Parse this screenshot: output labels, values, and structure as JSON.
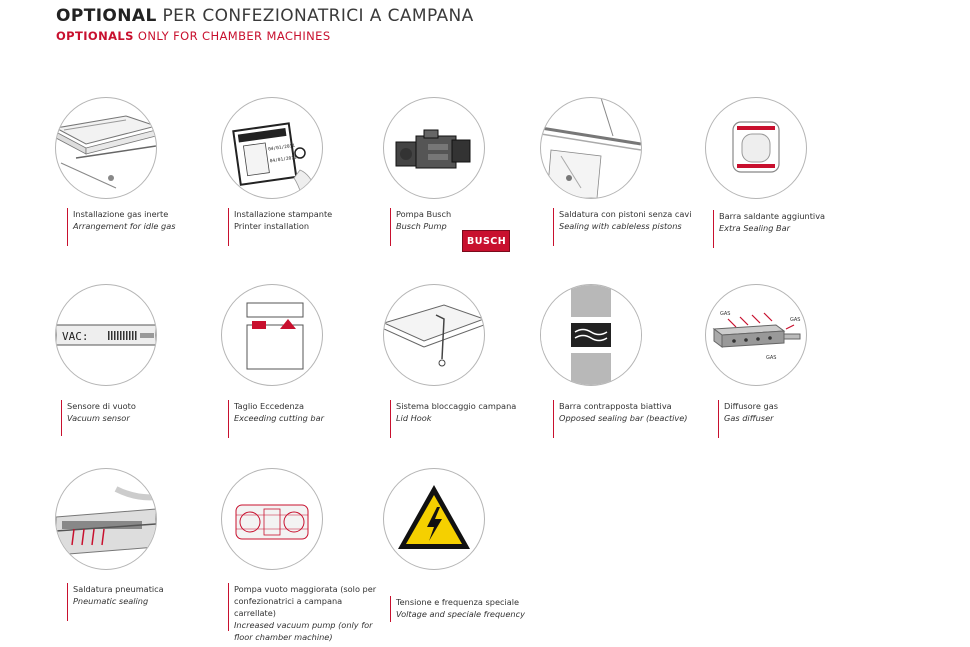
{
  "header": {
    "title_bold": "OPTIONAL",
    "title_rest": " PER CONFEZIONATRICI A CAMPANA",
    "subtitle_bold": "OPTIONALS",
    "subtitle_rest": " ONLY FOR CHAMBER MACHINES"
  },
  "items": [
    {
      "it": "Installazione gas inerte",
      "en": "Arrangement for idle gas"
    },
    {
      "it": "Installazione stampante",
      "en": "Printer installation"
    },
    {
      "it": "Pompa Busch",
      "en": "Busch Pump"
    },
    {
      "it": "Saldatura con pistoni senza cavi",
      "en": "Sealing with cableless pistons"
    },
    {
      "it": "Barra saldante aggiuntiva",
      "en": "Extra Sealing Bar"
    },
    {
      "it": "Sensore di vuoto",
      "en": "Vacuum sensor"
    },
    {
      "it": "Taglio Eccedenza",
      "en": "Exceeding cutting bar"
    },
    {
      "it": "Sistema bloccaggio campana",
      "en": "Lid Hook"
    },
    {
      "it": "Barra contrapposta biattiva",
      "en": "Opposed sealing bar (beactive)"
    },
    {
      "it": "Diffusore gas",
      "en": "Gas diffuser"
    },
    {
      "it": "Saldatura pneumatica",
      "en": "Pneumatic sealing"
    },
    {
      "it": "Pompa vuoto maggiorata (solo per confezionatrici a campana carrellate)",
      "en": "Increased vacuum pump (only for floor chamber machine)"
    },
    {
      "it": "Tensione e frequenza speciale",
      "en": "Voltage and speciale frequency"
    }
  ],
  "labels": {
    "vac_display": "VAC:",
    "busch_logo": "BUSCH",
    "gas_1": "GAS",
    "gas_2": "GAS",
    "gas_3": "GAS",
    "printer_label_1": "04/01/2011",
    "printer_label_2": "04/01/2011"
  },
  "colors": {
    "accent": "#c8102e",
    "circle_border": "#b5b5b5",
    "warning": "#f5d000"
  }
}
